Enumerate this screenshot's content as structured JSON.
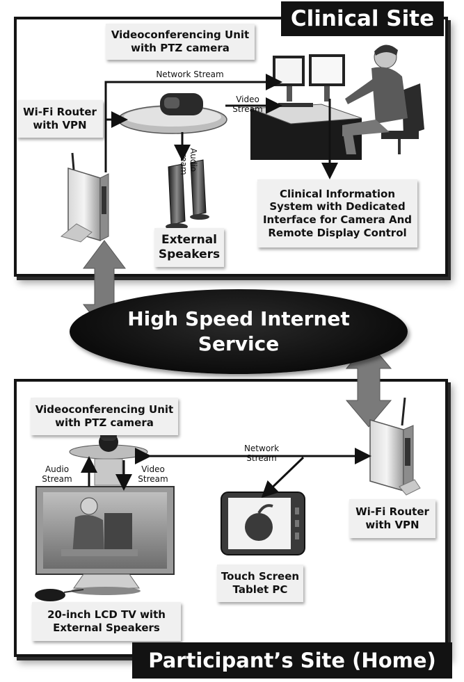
{
  "clinical_site": {
    "title": "Clinical Site",
    "vc_unit_label": "Videoconferencing Unit\nwith PTZ camera",
    "router_label": "Wi-Fi Router\nwith VPN",
    "network_stream": "Network Stream",
    "video_stream": "Video\nStream",
    "audio_stream": "Audio\nStream",
    "speakers_label": "External\nSpeakers",
    "cis_label": "Clinical Information\nSystem with Dedicated\nInterface for Camera And\nRemote Display Control"
  },
  "internet": {
    "label": "High Speed Internet\nService"
  },
  "participant_site": {
    "title": "Participant’s Site (Home)",
    "vc_unit_label": "Videoconferencing Unit\nwith PTZ camera",
    "audio_stream": "Audio\nStream",
    "video_stream": "Video\nStream",
    "network_stream": "Network\nStream",
    "router_label": "Wi-Fi Router\nwith VPN",
    "tablet_label": "Touch Screen\nTablet PC",
    "tv_label": "20-inch LCD TV with\nExternal Speakers"
  },
  "colors": {
    "panel_border": "#141414",
    "label_bg": "#f0f0f0",
    "bidirectional_arrow": "#7a7a7a",
    "internet_cloud": "#111111"
  }
}
